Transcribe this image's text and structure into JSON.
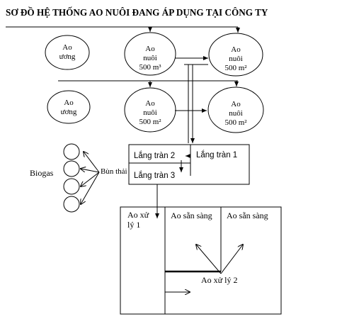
{
  "title": "SƠ ĐỒ HỆ THỐNG AO NUÔI ĐANG ÁP DỤNG TẠI CÔNG TY",
  "ponds": {
    "nursery_1": "Ao\nương",
    "nursery_2": "Ao\nương",
    "grow_1": "Ao\nnuôi\n500 m³",
    "grow_2": "Ao\nnuôi\n500 m²",
    "grow_3": "Ao\nnuôi\n500 m²",
    "grow_4": "Ao\nnuôi\n500 m²"
  },
  "settling": {
    "tank_1": "Lắng tràn 1",
    "tank_2": "Lắng tràn 2",
    "tank_3": "Lắng tràn 3"
  },
  "biogas": "Biogas",
  "sludge": "Bùn thải",
  "treatment": {
    "pond_1": "Ao xử\nlý 1",
    "ready_1": "Ao sẵn sàng",
    "ready_2": "Ao sẵn sàng",
    "pond_2": "Ao xử lý 2"
  }
}
